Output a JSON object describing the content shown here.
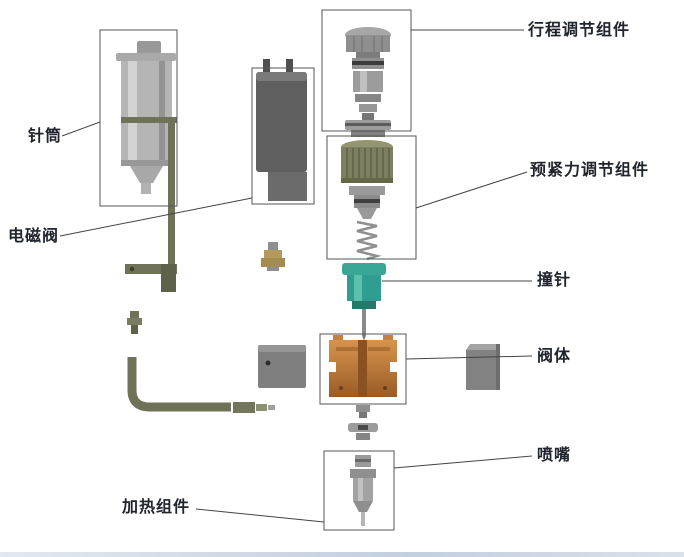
{
  "figure": {
    "labels": {
      "stroke_adjust": "行程调节组件",
      "syringe": "针筒",
      "preload_adjust": "预紧力调节组件",
      "solenoid_valve": "电磁阀",
      "striker_pin": "撞针",
      "valve_body": "阀体",
      "nozzle": "喷嘴",
      "heating_assembly": "加热组件"
    },
    "colors": {
      "box_border": "#555555",
      "leader_line": "#444444",
      "label_text": "#20242c",
      "syringe": "#b5b5b5",
      "olive": "#6f7256",
      "solenoid": "#5f5f5f",
      "brass": "#b49b5c",
      "knurl_knob": "#7c7f60",
      "teal": "#2f9d8f",
      "copper": "#c6803e",
      "steel": "#9a9a9a"
    }
  }
}
